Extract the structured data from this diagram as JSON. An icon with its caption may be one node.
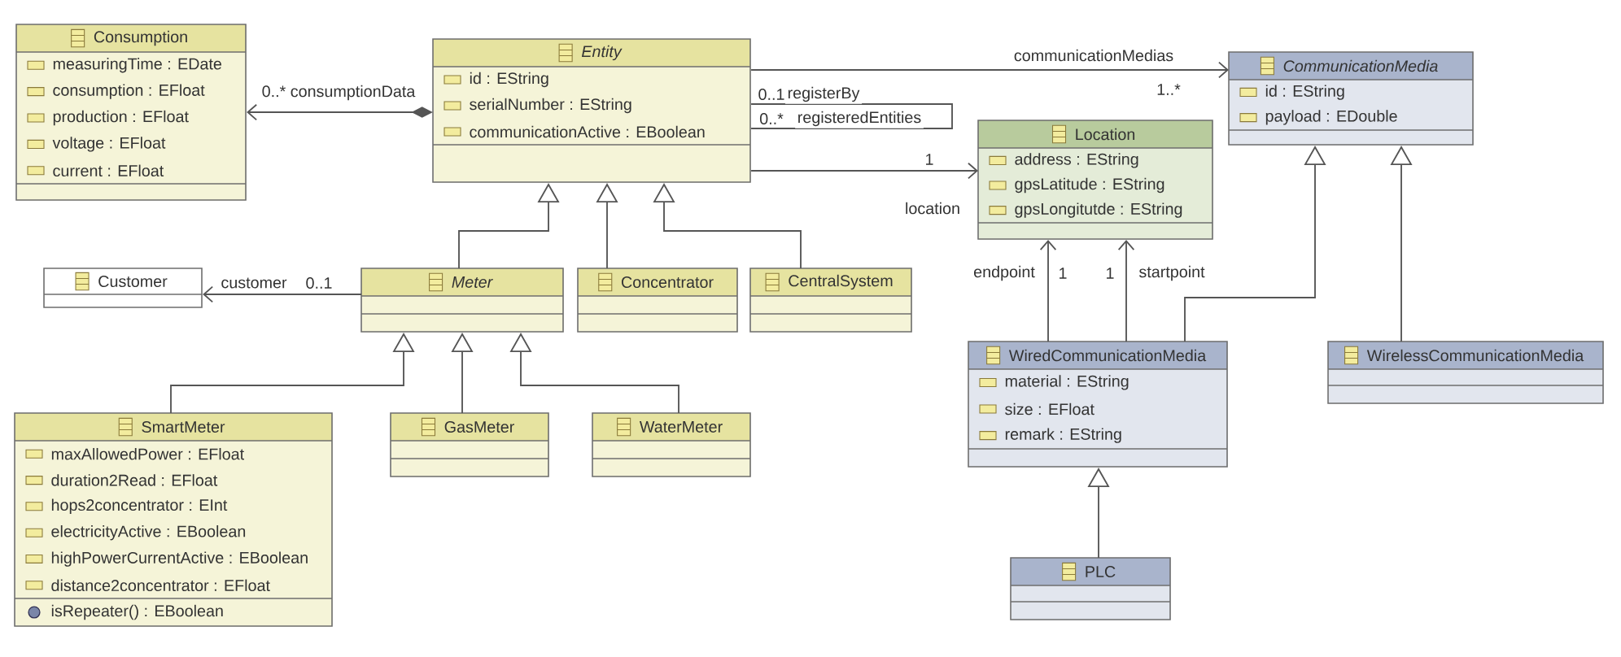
{
  "diagram": {
    "nodes": [
      {
        "text": [
          "Consumption",
          "measuringTime : EDate",
          "consumption : EFloat",
          "production : EFloat",
          "voltage : EFloat",
          "current : EFloat"
        ]
      },
      {
        "text": [
          "Entity",
          "id : EString",
          "serialNumber : EString",
          "communicationActive : EBoolean"
        ]
      },
      {
        "text": [
          "CommunicationMedia",
          "id : EString",
          "payload : EDouble"
        ]
      },
      {
        "text": [
          "Location",
          "address : EString",
          "gpsLatitude : EString",
          "gpsLongitutde : EString"
        ]
      },
      {
        "text": [
          "Customer"
        ]
      },
      {
        "text": [
          "Meter"
        ]
      },
      {
        "text": [
          "Concentrator"
        ]
      },
      {
        "text": [
          "CentralSystem"
        ]
      },
      {
        "text": [
          "WiredCommunicationMedia",
          "material : EString",
          "size : EFloat",
          "remark : EString"
        ]
      },
      {
        "text": [
          "WirelessCommunicationMedia"
        ]
      },
      {
        "text": [
          "SmartMeter",
          "maxAllowedPower : EFloat",
          "duration2Read : EFloat",
          "hops2concentrator : EInt",
          "electricityActive : EBoolean",
          "highPowerCurrentActive : EBoolean",
          "distance2concentrator : EFloat",
          "isRepeater() : EBoolean"
        ]
      },
      {
        "text": [
          "GasMeter"
        ]
      },
      {
        "text": [
          "WaterMeter"
        ]
      },
      {
        "text": [
          "PLC"
        ]
      }
    ],
    "edges": [
      {
        "from": 1,
        "to": 0,
        "arrow": "to",
        "label": "0..* consumptionData"
      },
      {
        "from": 1,
        "to": 2,
        "arrow": "to",
        "label": "communicationMedias"
      },
      {
        "from": 1,
        "to": 1,
        "arrow": "none",
        "label": "registerBy"
      },
      {
        "from": 1,
        "to": 3,
        "arrow": "to",
        "label": "location"
      },
      {
        "from": 5,
        "to": 4,
        "arrow": "to",
        "label": "customer"
      },
      {
        "from": 5,
        "to": 1,
        "arrow": "to"
      },
      {
        "from": 6,
        "to": 1,
        "arrow": "to"
      },
      {
        "from": 7,
        "to": 1,
        "arrow": "to"
      },
      {
        "from": 10,
        "to": 5,
        "arrow": "to"
      },
      {
        "from": 11,
        "to": 5,
        "arrow": "to"
      },
      {
        "from": 12,
        "to": 5,
        "arrow": "to"
      },
      {
        "from": 8,
        "to": 3,
        "arrow": "to",
        "label": "endpoint"
      },
      {
        "from": 8,
        "to": 3,
        "arrow": "to",
        "label": "startpoint"
      },
      {
        "from": 8,
        "to": 2,
        "arrow": "to"
      },
      {
        "from": 9,
        "to": 2,
        "arrow": "to"
      },
      {
        "from": 13,
        "to": 8,
        "arrow": "to"
      }
    ],
    "labels": [
      "0..1",
      "0..*",
      "registeredEntities",
      "1..*",
      "1",
      "0..1",
      "1",
      "1"
    ]
  }
}
